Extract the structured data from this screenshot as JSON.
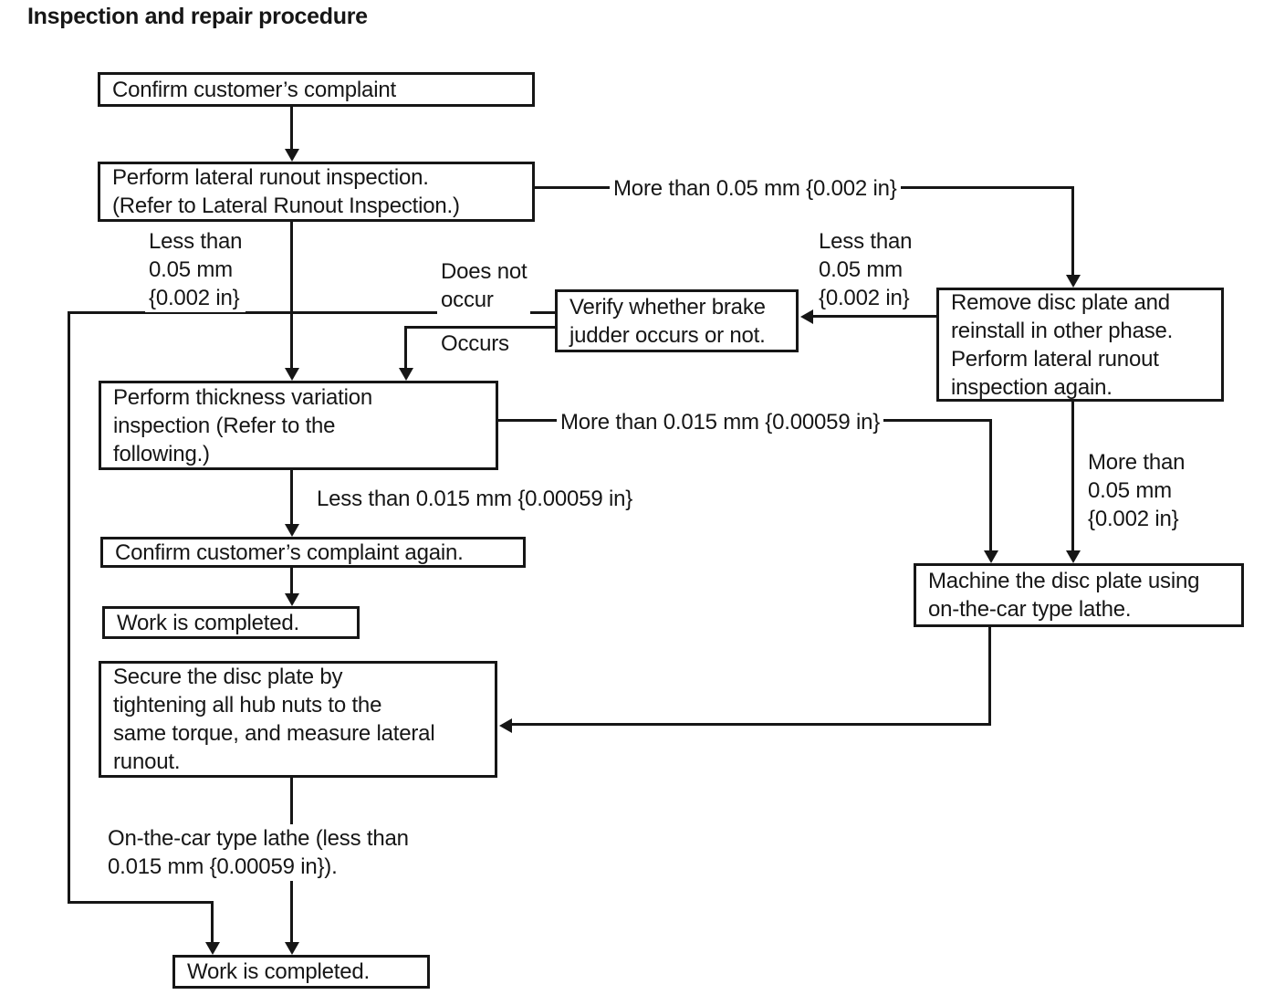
{
  "title": "Inspection and repair procedure",
  "colors": {
    "ink": "#161616",
    "paper": "#ffffff"
  },
  "nodes": {
    "confirm_complaint": {
      "lines": [
        "Confirm customer’s complaint"
      ]
    },
    "lateral_runout": {
      "lines": [
        "Perform lateral runout inspection.",
        "(Refer to Lateral Runout Inspection.)"
      ]
    },
    "verify_judder": {
      "lines": [
        "Verify whether brake",
        "judder occurs or not."
      ]
    },
    "remove_disc": {
      "lines": [
        "Remove disc plate and",
        "reinstall in other phase.",
        "Perform lateral runout",
        "inspection again."
      ]
    },
    "thickness_variation": {
      "lines": [
        "Perform thickness variation",
        "inspection (Refer to the",
        "following.)"
      ]
    },
    "confirm_again": {
      "lines": [
        "Confirm customer’s complaint again."
      ]
    },
    "work_completed_1": {
      "lines": [
        "Work is completed."
      ]
    },
    "secure_disc": {
      "lines": [
        "Secure the disc plate by",
        "tightening all hub nuts to the",
        "same torque, and measure lateral",
        "runout."
      ]
    },
    "machine_disc": {
      "lines": [
        "Machine the disc plate using",
        "on-the-car type lathe."
      ]
    },
    "work_completed_2": {
      "lines": [
        "Work is completed."
      ]
    }
  },
  "edge_labels": {
    "less_005_left": {
      "lines": [
        "Less than",
        "0.05 mm",
        "{0.002 in}"
      ]
    },
    "more_005_top": {
      "lines": [
        "More than 0.05 mm {0.002 in}"
      ]
    },
    "less_005_right": {
      "lines": [
        "Less than",
        "0.05 mm",
        "{0.002 in}"
      ]
    },
    "does_not_occur": {
      "lines": [
        "Does not",
        "occur"
      ]
    },
    "occurs": {
      "lines": [
        "Occurs"
      ]
    },
    "more_0015": {
      "lines": [
        "More than 0.015 mm {0.00059 in}"
      ]
    },
    "less_0015": {
      "lines": [
        "Less than 0.015 mm {0.00059 in}"
      ]
    },
    "more_005_right": {
      "lines": [
        "More than",
        "0.05 mm",
        "{0.002 in}"
      ]
    },
    "on_the_car_lathe": {
      "lines": [
        "On-the-car type lathe (less than",
        "0.015 mm {0.00059 in})."
      ]
    }
  }
}
